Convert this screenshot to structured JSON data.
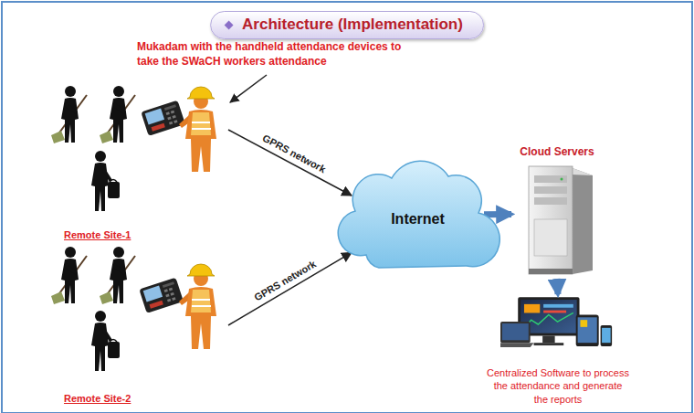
{
  "diagram": {
    "title": "Architecture (Implementation)",
    "nodes": [
      {
        "text": [
          "Remote Site-1"
        ]
      },
      {
        "text": [
          "Remote Site-2"
        ]
      },
      {
        "text": [
          "Internet"
        ]
      },
      {
        "text": [
          "Cloud Servers"
        ]
      },
      {
        "text": [
          "Centralized Software to process the attendance and generate the reports"
        ]
      }
    ],
    "edges": [
      {
        "from": 0,
        "to": 2,
        "label": "GPRS network",
        "arrow": "to"
      },
      {
        "from": 1,
        "to": 2,
        "label": "GPRS network",
        "arrow": "to"
      },
      {
        "from": 2,
        "to": 3,
        "arrow": "to"
      },
      {
        "from": 3,
        "to": 4,
        "arrow": "to"
      }
    ],
    "labels": [
      "Mukadam with the handheld attendance devices to take the SWaCH workers attendance"
    ]
  }
}
